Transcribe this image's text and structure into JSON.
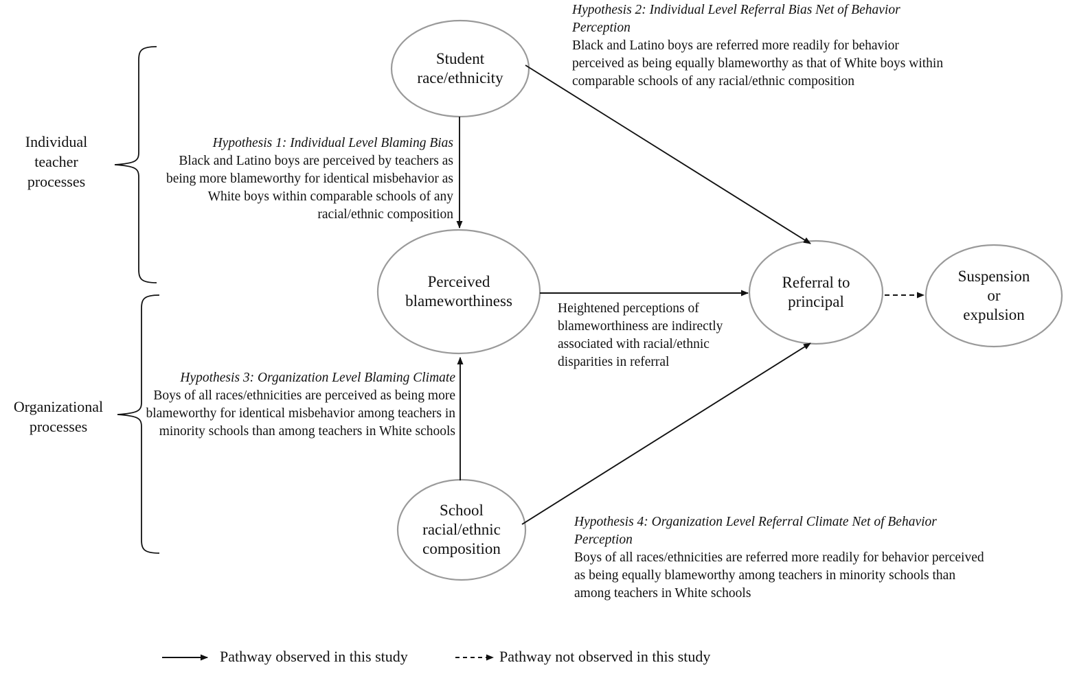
{
  "figure": {
    "type": "conceptual-path-diagram",
    "nodes": [
      {
        "id": "student-race",
        "label": "Student\nrace/ethnicity"
      },
      {
        "id": "perceived-blameworthiness",
        "label": "Perceived\nblameworthiness"
      },
      {
        "id": "school-composition",
        "label": "School\nracial/ethnic\ncomposition"
      },
      {
        "id": "referral-to-principal",
        "label": "Referral to\nprincipal"
      },
      {
        "id": "suspension-or-expulsion",
        "label": "Suspension\nor\nexpulsion"
      }
    ],
    "groups": [
      {
        "id": "individual-teacher-processes",
        "label": "Individual\nteacher\nprocesses"
      },
      {
        "id": "organizational-processes",
        "label": "Organizational\nprocesses"
      }
    ],
    "hypotheses": [
      {
        "id": "h1",
        "title": "Hypothesis 1: Individual Level Blaming Bias",
        "body": "Black and Latino boys are perceived by teachers as being more blameworthy for identical misbehavior as White boys within comparable schools of any racial/ethnic composition"
      },
      {
        "id": "h2",
        "title": "Hypothesis 2: Individual Level Referral Bias Net of Behavior Perception",
        "body": "Black and Latino boys are referred more readily for behavior perceived as being equally blameworthy as that of White boys within comparable schools of any racial/ethnic composition"
      },
      {
        "id": "h3",
        "title": "Hypothesis 3: Organization Level Blaming Climate",
        "body": "Boys of all races/ethnicities are perceived as being more blameworthy for identical misbehavior among teachers in minority schools than among teachers in White schools"
      },
      {
        "id": "h4",
        "title": "Hypothesis 4: Organization Level Referral Climate Net of Behavior Perception",
        "body": "Boys of all races/ethnicities are referred more readily for behavior perceived as being equally blameworthy among teachers in minority schools than among teachers in White schools"
      }
    ],
    "annotations": [
      {
        "id": "mediation-note",
        "text": "Heightened perceptions of blameworthiness are indirectly associated with racial/ethnic disparities in referral"
      }
    ],
    "legend": {
      "solid_label": "Pathway observed in this study",
      "dashed_label": "Pathway not observed in this study"
    },
    "colors": {
      "node_stroke": "#9a9a9a",
      "arrow": "#111111",
      "text": "#111111",
      "background": "#ffffff"
    }
  }
}
